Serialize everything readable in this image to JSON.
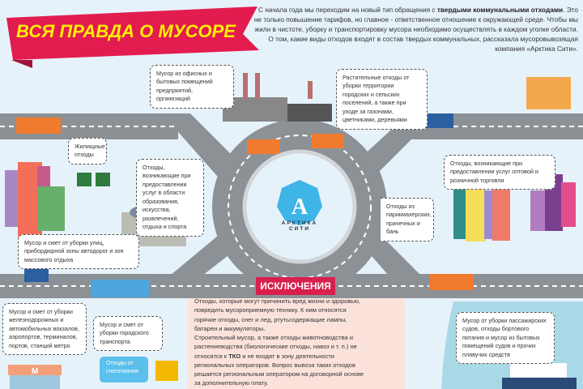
{
  "header": {
    "title": "ВСЯ ПРАВДА О МУСОРЕ",
    "intro_before_bold": "С начала года мы переходим на новый тип обращения с ",
    "intro_bold": "твердыми коммунальными отходами",
    "intro_after_bold": ". Это не только повышение тарифов, но главное - ответственное отношение к окружающей среде. Чтобы мы жили в чистоте, уборку и транспортировку мусора необходимо осуществлять в каждом уголке области. О том, какие виды отходов входят в состав твердых коммунальных, рассказала мусоровывозящая компания «Арктика Сити»."
  },
  "logo": {
    "letter": "А",
    "line1": "АРКТИКА",
    "line2": "СИТИ"
  },
  "callouts": {
    "offices": "Мусор из офисных и бытовых помещений предприятий, организаций",
    "plant": "Растительные отходы от уборки территории городских и сельских поселений, а также при уходе за газонами, цветниками, деревьями",
    "housing": "Жилищные отходы",
    "culture": "Отходы, возникающие при предоставлении услуг в области образования, искусства, развлечений, отдыха и спорта",
    "trade": "Отходы, возникающие при предоставлении услуг оптовой и розничной торговли",
    "salons": "Отходы из парикмахерских, прачечных и бань",
    "streets": "Мусор и смет от уборки улиц, прибордюрной зоны автодорог и зон массового отдыха",
    "stations": "Мусор и смет от уборки железнодорожных и автомобильных вокзалов, аэропортов, терминалов, портов, станций метро",
    "transport": "Мусор и смет от уборки городского транспорта",
    "snow": "Отходы от снеготаяния",
    "ships": "Мусор от уборки пассажирских судов, отходы бортового питания и мусор из бытовых помещений судов и прочих плавучих средств"
  },
  "exceptions": {
    "title": "ИСКЛЮЧЕНИЯ",
    "p1": "Отходы, которые могут причинить вред жизни и здоровью, повредить мусороприемную технику. К ним относятся горячие отходы, снег и лед, ртутьсодержащие лампы, батареи и аккумуляторы.",
    "p2_before": "Строительный мусор, а также отходы животноводства и растениеводства (биологические отходы, навоз и т. п.) не относятся к ",
    "p2_bold": "ТКО",
    "p2_after": " и не входят в зону деятельности региональных операторов. Вопрос вывоза таких отходов решается региональным оператором на договорной основе за дополнительную плату.",
    "metro_sign": "М"
  },
  "colors": {
    "ribbon": "#e31c4f",
    "title_text": "#ffee00",
    "road": "#8c9196",
    "background": "#e6f2fa",
    "exceptions_bg": "#fbe3dc",
    "snow_box": "#5bc0eb"
  }
}
